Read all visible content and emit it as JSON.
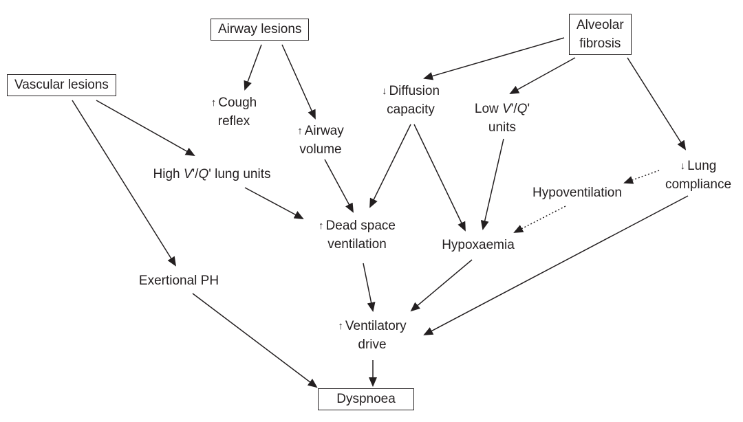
{
  "nodes": {
    "airway_lesions": {
      "label": "Airway lesions"
    },
    "alveolar_fibrosis": {
      "line1": "Alveolar",
      "line2": "fibrosis"
    },
    "vascular_lesions": {
      "label": "Vascular lesions"
    },
    "cough_reflex": {
      "arrow": "↑",
      "line1": "Cough",
      "line2": "reflex"
    },
    "airway_volume": {
      "arrow": "↑",
      "line1": "Airway",
      "line2": "volume"
    },
    "diffusion_capacity": {
      "arrow": "↓",
      "line1": "Diffusion",
      "line2": "capacity"
    },
    "low_vq": {
      "pre": "Low ",
      "v": "V",
      "sep": "'/",
      "q": "Q",
      "post": "'",
      "line2": "units"
    },
    "high_vq": {
      "pre": "High ",
      "v": "V",
      "sep": "'/",
      "q": "Q",
      "post": "' lung units"
    },
    "lung_compliance": {
      "arrow": "↓",
      "line1": "Lung",
      "line2": "compliance"
    },
    "hypoventilation": {
      "label": "Hypoventilation"
    },
    "dead_space": {
      "arrow": "↑",
      "line1": "Dead space",
      "line2": "ventilation"
    },
    "hypoxaemia": {
      "label": "Hypoxaemia"
    },
    "exertional_ph": {
      "label": "Exertional PH"
    },
    "ventilatory_drive": {
      "arrow": "↑",
      "line1": "Ventilatory",
      "line2": "drive"
    },
    "dyspnoea": {
      "label": "Dyspnoea"
    }
  },
  "edges": [
    {
      "from": "airway_lesions",
      "to": "cough_reflex",
      "style": "solid"
    },
    {
      "from": "airway_lesions",
      "to": "airway_volume",
      "style": "solid"
    },
    {
      "from": "alveolar_fibrosis",
      "to": "diffusion_capacity",
      "style": "solid"
    },
    {
      "from": "alveolar_fibrosis",
      "to": "low_vq",
      "style": "solid"
    },
    {
      "from": "alveolar_fibrosis",
      "to": "lung_compliance",
      "style": "solid"
    },
    {
      "from": "vascular_lesions",
      "to": "high_vq",
      "style": "solid"
    },
    {
      "from": "vascular_lesions",
      "to": "exertional_ph",
      "style": "solid"
    },
    {
      "from": "airway_volume",
      "to": "dead_space",
      "style": "solid"
    },
    {
      "from": "high_vq",
      "to": "dead_space",
      "style": "solid"
    },
    {
      "from": "diffusion_capacity",
      "to": "dead_space",
      "style": "solid"
    },
    {
      "from": "diffusion_capacity",
      "to": "hypoxaemia",
      "style": "solid"
    },
    {
      "from": "low_vq",
      "to": "hypoxaemia",
      "style": "solid"
    },
    {
      "from": "lung_compliance",
      "to": "hypoventilation",
      "style": "dotted"
    },
    {
      "from": "hypoventilation",
      "to": "hypoxaemia",
      "style": "dotted"
    },
    {
      "from": "lung_compliance",
      "to": "ventilatory_drive",
      "style": "solid"
    },
    {
      "from": "dead_space",
      "to": "ventilatory_drive",
      "style": "solid"
    },
    {
      "from": "hypoxaemia",
      "to": "ventilatory_drive",
      "style": "solid"
    },
    {
      "from": "exertional_ph",
      "to": "dyspnoea",
      "style": "solid"
    },
    {
      "from": "ventilatory_drive",
      "to": "dyspnoea",
      "style": "solid"
    }
  ]
}
